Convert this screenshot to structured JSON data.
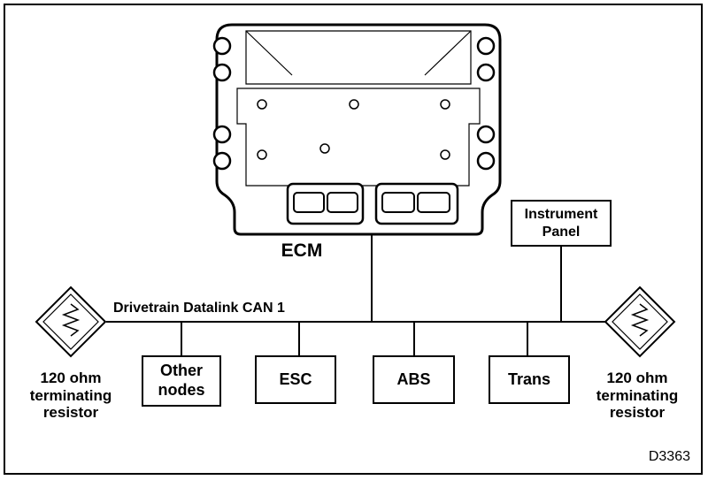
{
  "ecm_label": "ECM",
  "bus_label": "Drivetrain Datalink CAN 1",
  "instrument_panel": {
    "line1": "Instrument",
    "line2": "Panel"
  },
  "nodes": {
    "other": {
      "line1": "Other",
      "line2": "nodes"
    },
    "esc": "ESC",
    "abs": "ABS",
    "trans": "Trans"
  },
  "resistor_left": {
    "line1": "120 ohm",
    "line2": "terminating",
    "line3": "resistor"
  },
  "resistor_right": {
    "line1": "120 ohm",
    "line2": "terminating",
    "line3": "resistor"
  },
  "figure_id": "D3363"
}
